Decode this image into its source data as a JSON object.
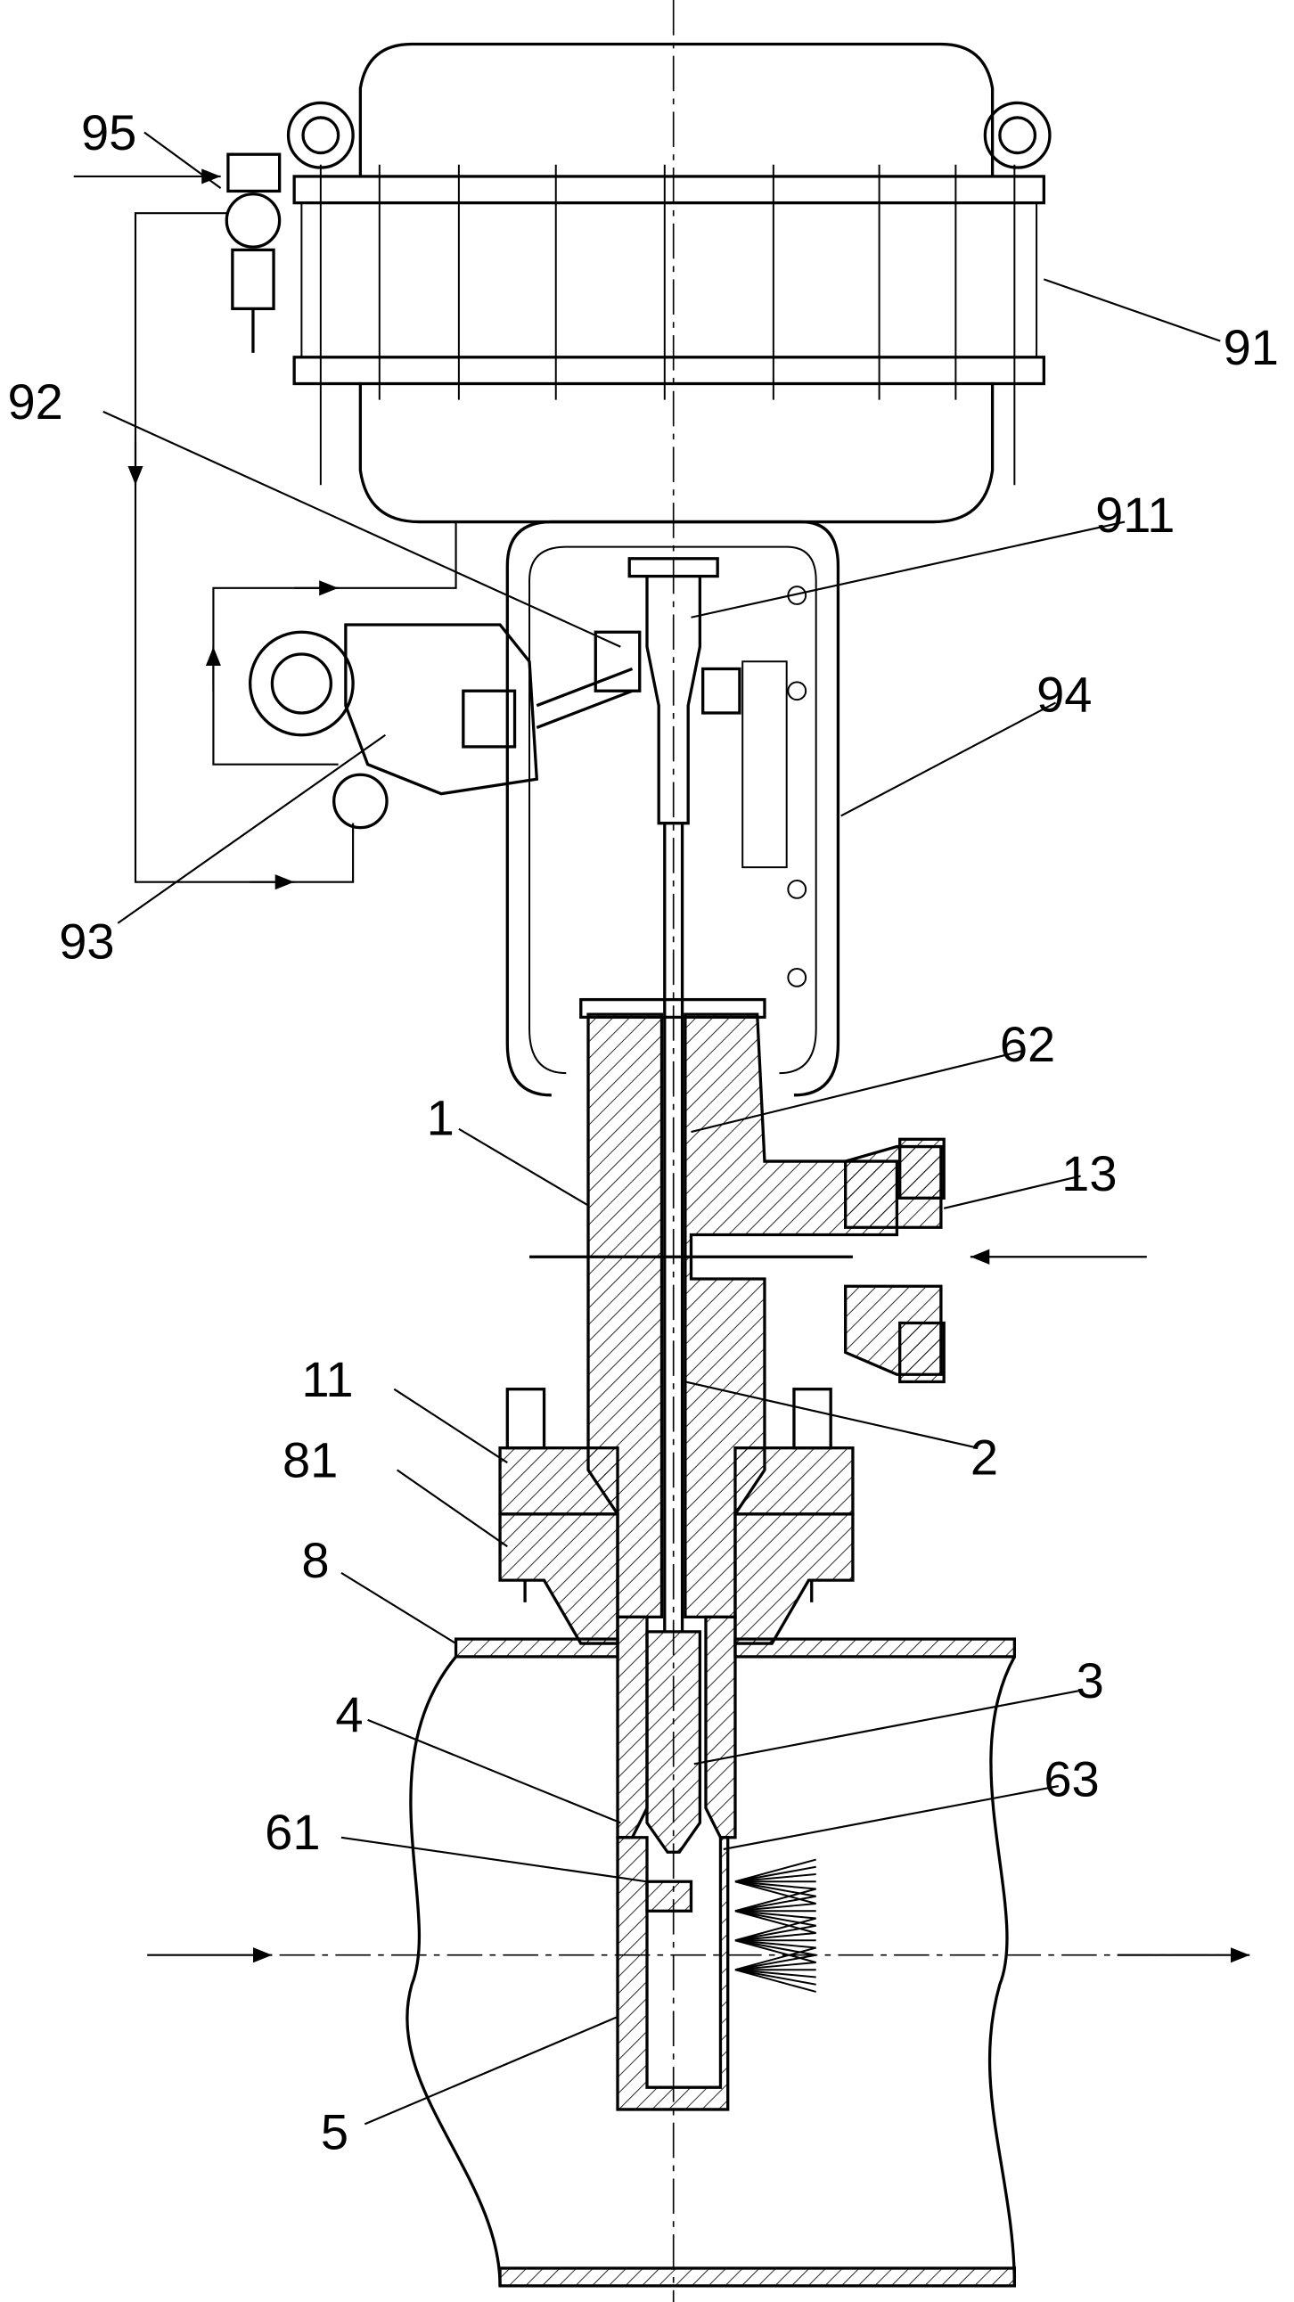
{
  "figure": {
    "labels": {
      "l95": "95",
      "l91": "91",
      "l92": "92",
      "l911": "911",
      "l94": "94",
      "l93": "93",
      "l62": "62",
      "l1": "1",
      "l13": "13",
      "l11": "11",
      "l2": "2",
      "l81": "81",
      "l8": "8",
      "l3": "3",
      "l4": "4",
      "l63": "63",
      "l61": "61",
      "l5": "5"
    }
  }
}
